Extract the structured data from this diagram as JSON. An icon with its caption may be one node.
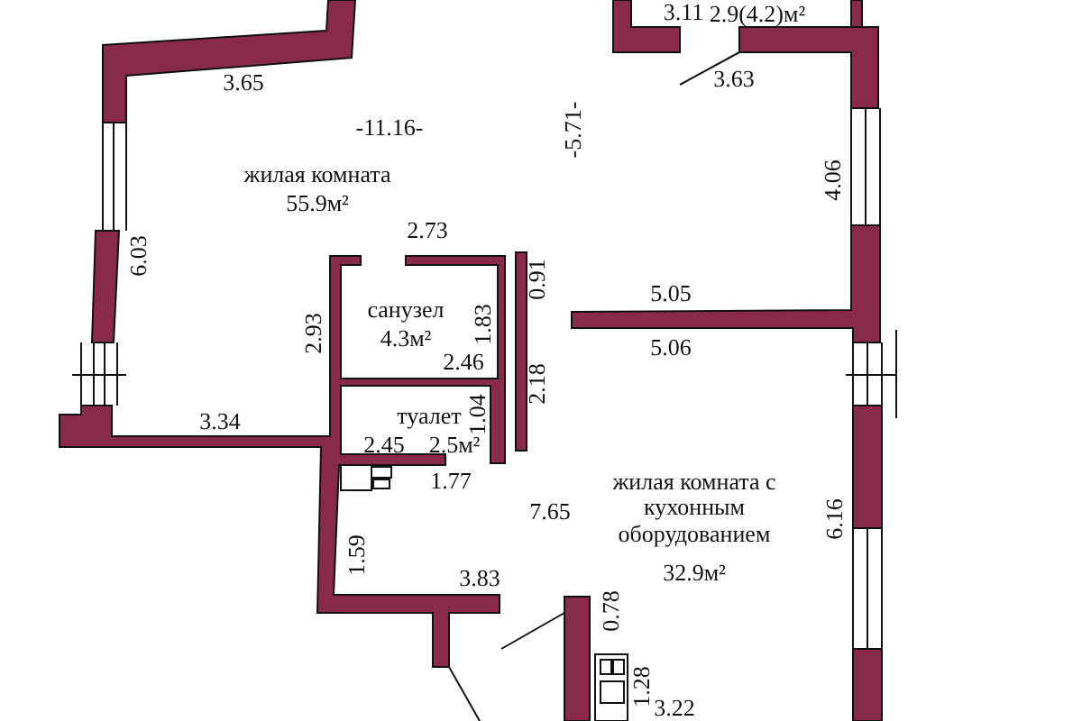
{
  "diagram": {
    "labels": [
      "2.9(4.2)м²",
      "3.11",
      "3.65",
      "3.63",
      "-11.16-",
      "-5.71-",
      "жилая комната",
      "55.9м²",
      "4.06",
      "6.03",
      "2.73",
      "0.91",
      "санузел",
      "4.3м²",
      "1.83",
      "2.93",
      "5.05",
      "5.06",
      "2.46",
      "2.18",
      "3.34",
      "туалет",
      "1.04",
      "2.45",
      "2.5м²",
      "1.77",
      "жилая комната с кухонным оборудованием",
      "7.65",
      "32.9м²",
      "6.16",
      "1.59",
      "3.83",
      "0.78",
      "1.28",
      "3.22"
    ]
  }
}
